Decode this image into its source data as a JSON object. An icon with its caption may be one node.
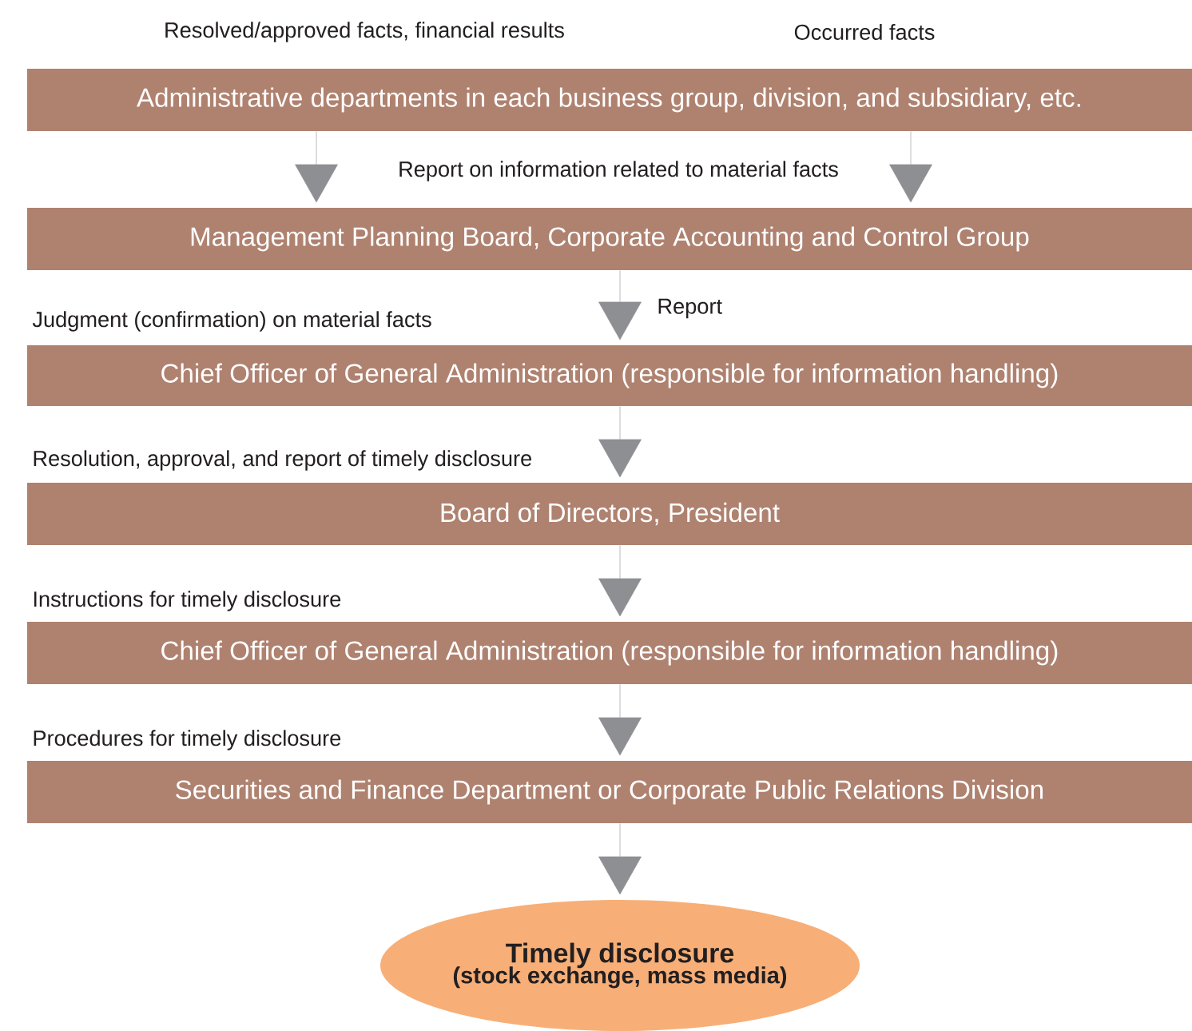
{
  "diagram": {
    "nodes": [
      {
        "text": [
          "Administrative departments in each business group, division, and subsidiary, etc."
        ]
      },
      {
        "text": [
          "Management Planning Board, Corporate Accounting and Control Group"
        ]
      },
      {
        "text": [
          "Chief Officer of General Administration (responsible for information handling)"
        ]
      },
      {
        "text": [
          "Board of Directors, President"
        ]
      },
      {
        "text": [
          "Chief Officer of General Administration (responsible for information handling)"
        ]
      },
      {
        "text": [
          "Securities and Finance Department or Corporate Public Relations Division"
        ]
      },
      {
        "text": [
          "Timely disclosure",
          "(stock exchange, mass media)"
        ]
      }
    ],
    "edges": [
      {
        "from": 0,
        "to": 1,
        "arrow": "to"
      },
      {
        "from": 0,
        "to": 1,
        "arrow": "to",
        "label": "Report on information related to material facts"
      },
      {
        "from": 1,
        "to": 2,
        "arrow": "to",
        "label": "Report"
      },
      {
        "from": 2,
        "to": 3,
        "arrow": "to",
        "label": "Resolution, approval, and report of timely disclosure"
      },
      {
        "from": 3,
        "to": 4,
        "arrow": "to"
      },
      {
        "from": 4,
        "to": 5,
        "arrow": "to"
      },
      {
        "from": 5,
        "to": 6,
        "arrow": "to"
      }
    ],
    "labels": [
      "Resolved/approved facts, financial results",
      "Occurred facts",
      "Judgment (confirmation) on material facts",
      "Instructions for timely disclosure",
      "Procedures for timely disclosure"
    ]
  }
}
